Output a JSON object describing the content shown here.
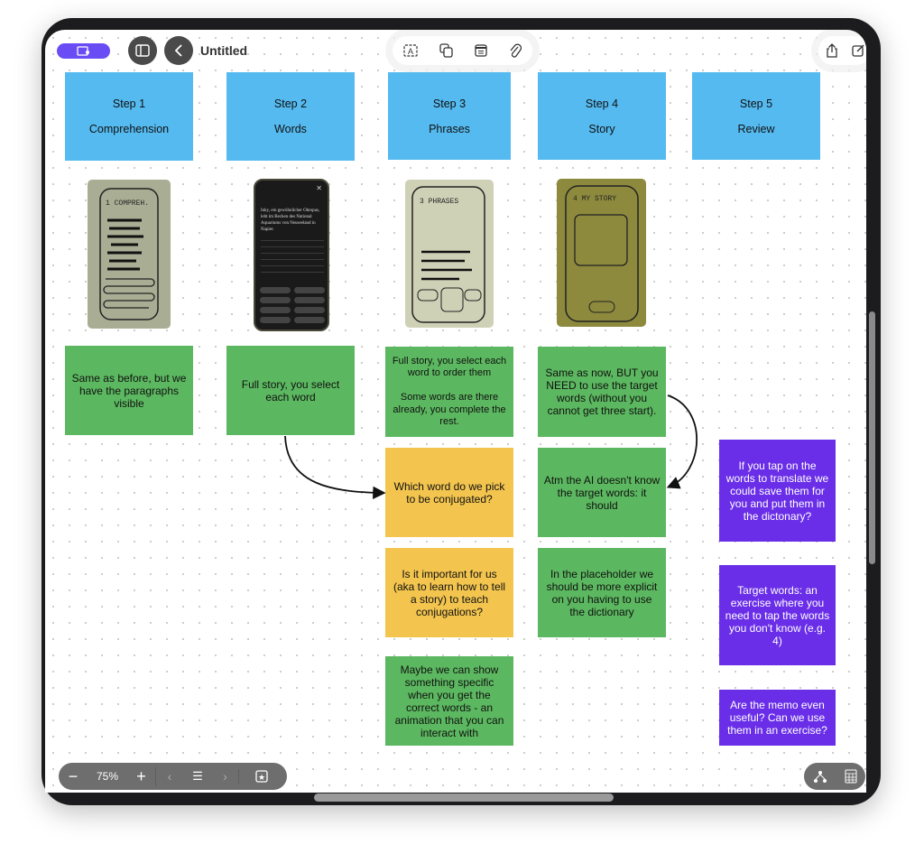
{
  "header": {
    "title": "Untitled"
  },
  "toolbar": {
    "zoom": "75%"
  },
  "steps": [
    {
      "label": "Step 1\nComprehension"
    },
    {
      "label": "Step 2\nWords"
    },
    {
      "label": "Step 3\nPhrases"
    },
    {
      "label": "Step 4\nStory"
    },
    {
      "label": "Step 5\nReview"
    }
  ],
  "sketches": [
    {
      "caption": "1 COMPREH."
    },
    {
      "caption": "Inky, ein gewöhnlicher Oktopus, lebt im Becken des National Aquariums von Neuseeland in Napier."
    },
    {
      "caption": "3 PHRASES"
    },
    {
      "caption": "4 MY STORY"
    }
  ],
  "notes": {
    "n1": "Same as before, but we have the paragraphs visible",
    "n2": "Full story, you select each word",
    "n3": "Full story, you select each word to order them\n\nSome words are there already, you complete the rest.",
    "n4": "Same as now, BUT you NEED to use the target words (without you cannot get three start).",
    "n5": "Which word do we pick to be conjugated?",
    "n6": "Atm the AI doesn't know the target words: it should",
    "n7": "Is it important for us (aka to learn how to tell a story) to teach conjugations?",
    "n8": "In the placeholder we should be more explicit on you having to use the dictionary",
    "n9": "Maybe we can show something specific when you get the correct words - an animation that you can interact with",
    "p1": "If you tap on the words to translate we could save them for you and put them in the dictonary?",
    "p2": "Target words: an exercise where you need to tap the words you don't know (e.g. 4)",
    "p3": "Are the memo even useful? Can we use them in an exercise?"
  },
  "colors": {
    "blue": "#55baf0",
    "green": "#5cb860",
    "yellow": "#f3c54f",
    "purple": "#6a2ee8"
  }
}
